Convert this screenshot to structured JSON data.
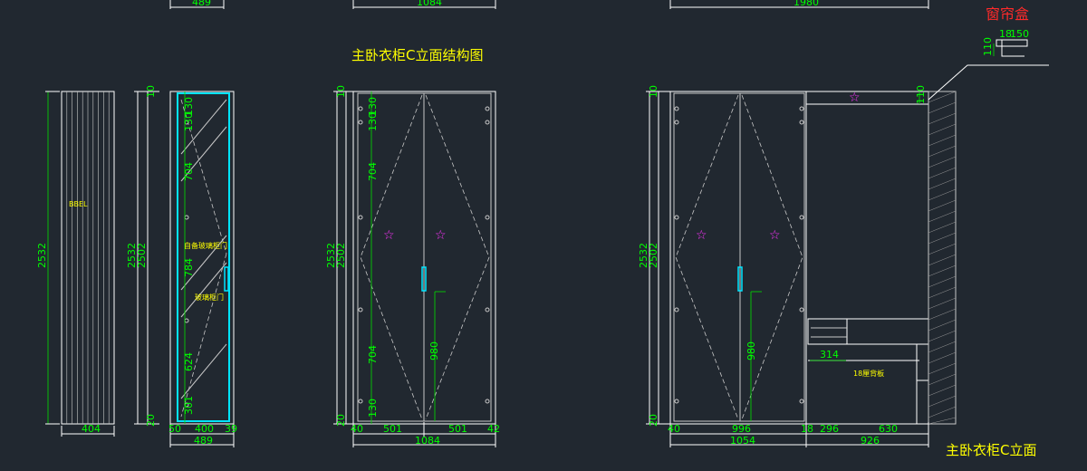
{
  "titles": {
    "main": "主卧衣柜C立面结构图",
    "bottom": "主卧衣柜C立面",
    "curtain_box": "窗帘盒"
  },
  "top_dims": {
    "a": "489",
    "b": "1084",
    "c": "1980"
  },
  "panel1": {
    "width": "404",
    "height": "2532",
    "tag": "BBEL"
  },
  "panel2": {
    "h_total": "2532",
    "h_inner": "2502",
    "h_top": "10",
    "h_bottom": "20",
    "seg1": "130",
    "seg2": "130",
    "seg3": "704",
    "seg4": "784",
    "seg5": "624",
    "seg6": "301",
    "w_left": "50",
    "w_mid": "400",
    "w_right": "39",
    "w_total": "489",
    "label_top": "自备玻璃柜门",
    "label_bottom": "玻璃柜门"
  },
  "panel3": {
    "h_total": "2532",
    "h_inner": "2502",
    "h_top": "10",
    "h_bottom": "20",
    "seg1": "130",
    "seg2": "130",
    "seg3": "704",
    "seg4": "704",
    "seg5": "130",
    "seg_handle": "980",
    "w_left": "40",
    "w_door1": "501",
    "w_door2": "501",
    "w_right": "42",
    "w_total": "1084"
  },
  "panel4": {
    "h_total": "2532",
    "h_inner": "2502",
    "h_top": "10",
    "h_bottom": "20",
    "seg_top": "110",
    "seg_handle": "980",
    "w_left": "40",
    "w_doors": "996",
    "w_gap": "18",
    "w_shelf": "296",
    "w_right": "630",
    "w_total_left": "1054",
    "w_total_right": "926",
    "desk_w": "314",
    "back_panel": "18厘背板",
    "curtain_w": "18",
    "curtain_h": "150",
    "curtain_side": "110"
  }
}
